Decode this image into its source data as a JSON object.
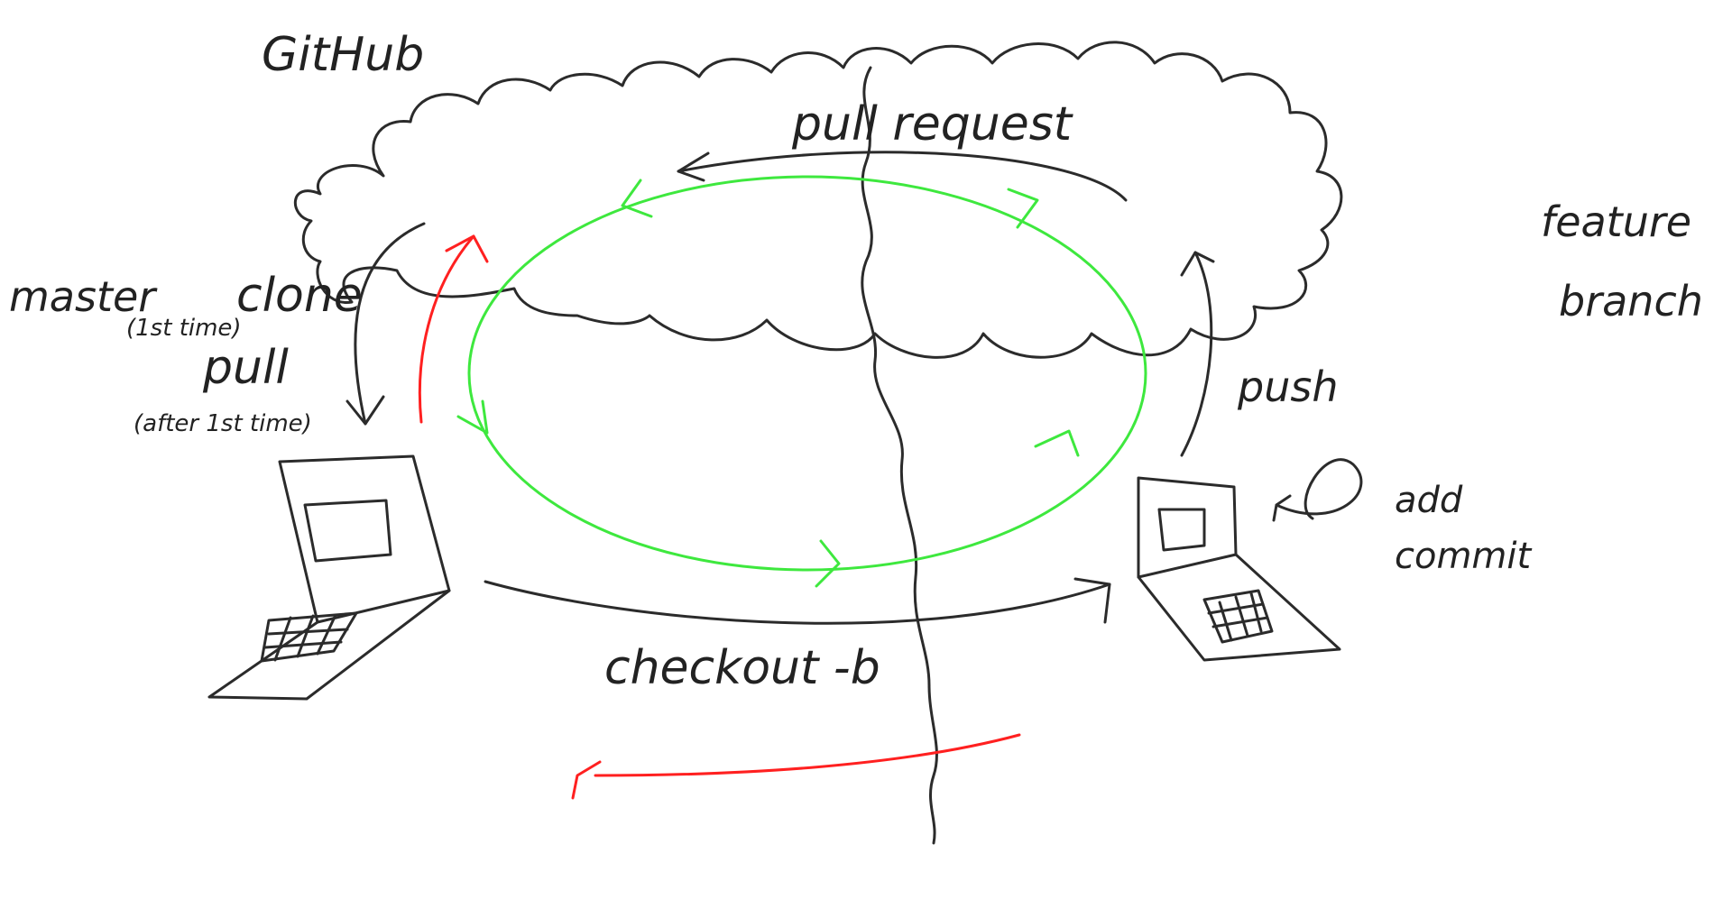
{
  "labels": {
    "github": "GitHub",
    "pull_request": "pull request",
    "feature": "feature",
    "branch": "branch",
    "master": "master",
    "clone": "clone",
    "first_time": "(1st time)",
    "pull": "pull",
    "after_first_time": "(after 1st time)",
    "push": "push",
    "add": "add",
    "commit": "commit",
    "checkout": "checkout -b"
  },
  "colors": {
    "ink": "#2b2b2b",
    "loop": "#3ee83e",
    "highlight": "#ff2020",
    "background": "#ffffff"
  },
  "icons": {
    "cloud": "cloud-icon",
    "laptop_master": "laptop-icon",
    "laptop_feature": "laptop-icon"
  }
}
